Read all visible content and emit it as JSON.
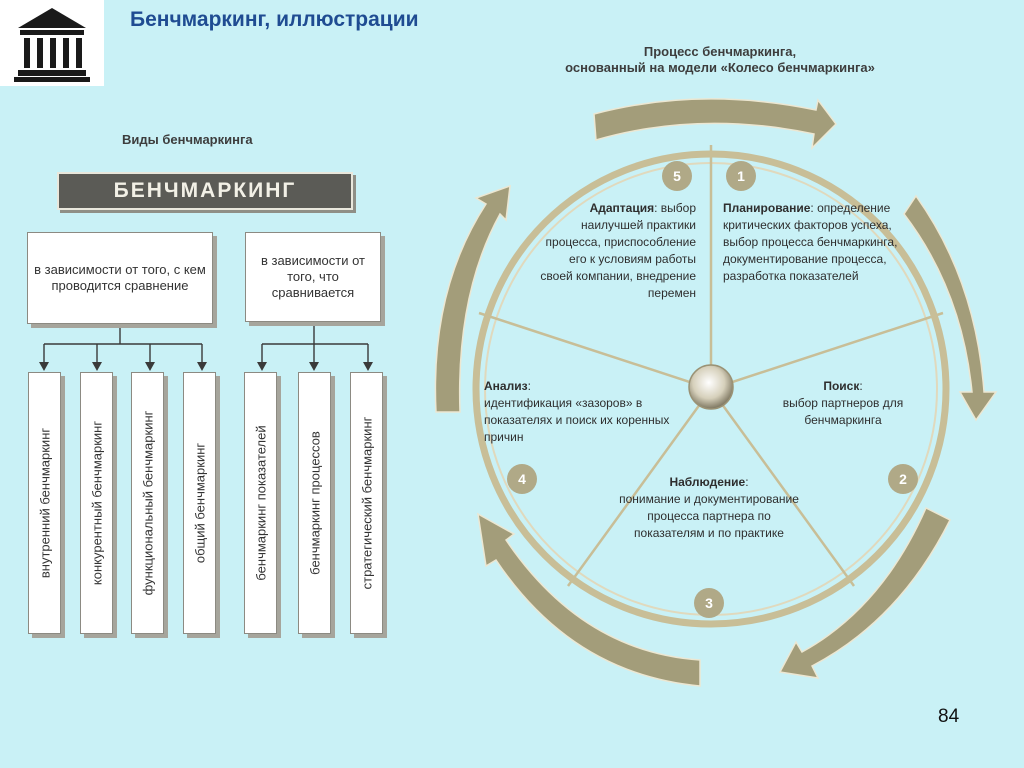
{
  "slide": {
    "title": "Бенчмаркинг, иллюстрации",
    "page_number": "84"
  },
  "types": {
    "title": "Виды бенчмаркинга",
    "banner": "БЕНЧМАРКИНГ",
    "criteria": [
      {
        "label": "в зависимости от того, с кем проводится сравнение",
        "types": [
          "внутренний бенчмаркинг",
          "конкурентный бенчмаркинг",
          "функциональный бенчмаркинг",
          "общий бенчмаркинг"
        ]
      },
      {
        "label": "в зависимости от того, что сравнивается",
        "types": [
          "бенчмаркинг показателей",
          "бенчмаркинг процессов",
          "стратегический бенчмаркинг"
        ]
      }
    ]
  },
  "wheel": {
    "title_line1": "Процесс бенчмаркинга,",
    "title_line2": "основанный на модели «Колесо бенчмаркинга»",
    "sectors": [
      {
        "number": "1",
        "heading": "Планирование",
        "text": "определение критических факторов успеха, выбор процесса бенчмаркинга, документирование процесса, разработка показателей"
      },
      {
        "number": "2",
        "heading": "Поиск",
        "text": "выбор партнеров для бенчмаркинга"
      },
      {
        "number": "3",
        "heading": "Наблюдение",
        "text": "понимание и документирование процесса партнера по показателям и по практике"
      },
      {
        "number": "4",
        "heading": "Анализ",
        "text": "идентификация «зазоров» в показателях и поиск их коренных причин"
      },
      {
        "number": "5",
        "heading": "Адаптация",
        "text": "выбор наилучшей практики процесса, приспособление его к условиям работы своей компании, внедрение перемен"
      }
    ]
  },
  "colors": {
    "background": "#c9f1f6",
    "title": "#1f4c92",
    "wheel_ring": "#c8be97",
    "arrow": "#a39d7a",
    "badge": "#b0a987"
  }
}
